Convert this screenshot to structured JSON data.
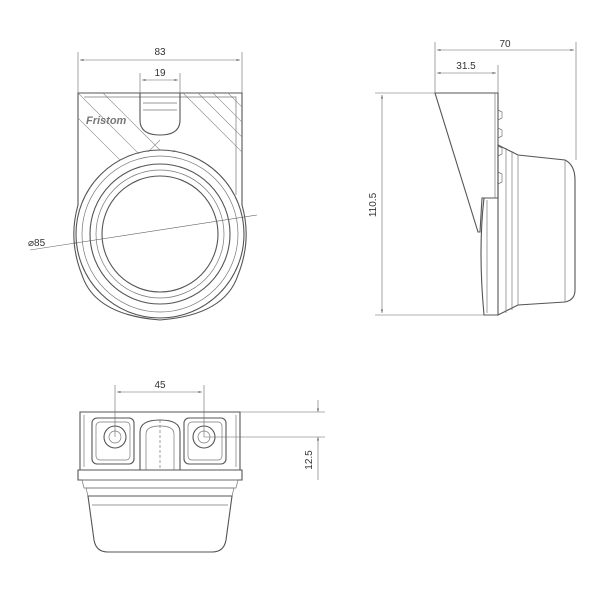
{
  "dimensions": {
    "front_width": "83",
    "front_slot_width": "19",
    "front_diameter": "⌀85",
    "side_depth": "70",
    "side_offset": "31.5",
    "side_height": "110.5",
    "bottom_hole_spacing": "45",
    "bottom_hole_height": "12.5"
  },
  "logo": "Fristom",
  "colors": {
    "line": "#555555",
    "dimension": "#666666",
    "background": "#ffffff"
  }
}
